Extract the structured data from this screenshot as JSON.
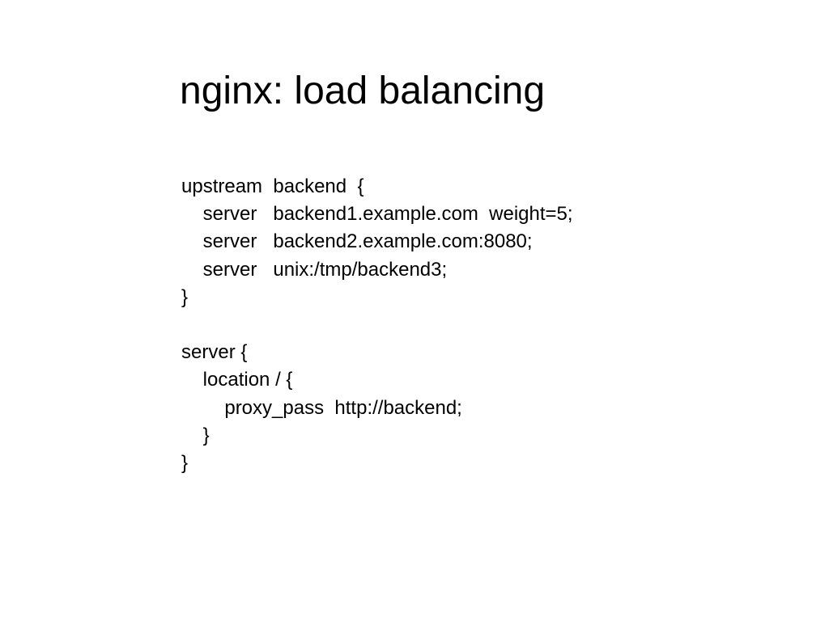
{
  "slide": {
    "title": "nginx: load balancing",
    "code_lines": [
      "upstream  backend  {",
      "    server   backend1.example.com  weight=5;",
      "    server   backend2.example.com:8080;",
      "    server   unix:/tmp/backend3;",
      "}",
      "",
      "server {",
      "    location / {",
      "        proxy_pass  http://backend;",
      "    }",
      "}"
    ]
  }
}
